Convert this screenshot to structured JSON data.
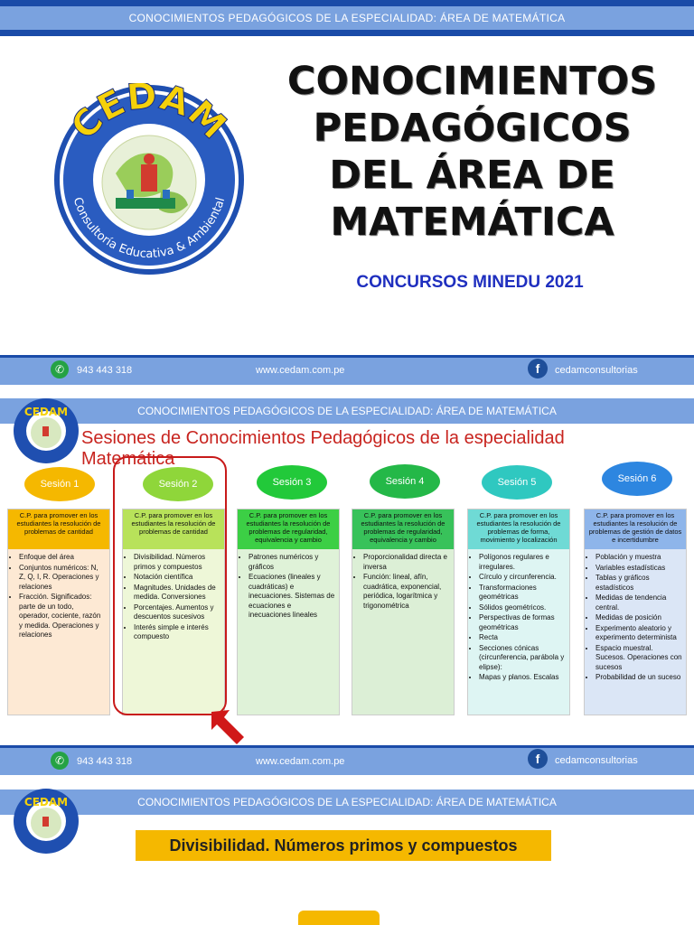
{
  "header_text": "CONOCIMIENTOS PEDAGÓGICOS DE LA ESPECIALIDAD: ÁREA DE MATEMÁTICA",
  "slide1": {
    "title_lines": [
      "CONOCIMIENTOS",
      "PEDAGÓGICOS",
      "DEL ÁREA DE",
      "MATEMÁTICA"
    ],
    "subtitle": "CONCURSOS MINEDU 2021",
    "logo": {
      "name": "CEDAM",
      "tagline": "Consultoría Educativa & Ambiental"
    }
  },
  "footer": {
    "phone": "943 443 318",
    "website": "www.cedam.com.pe",
    "facebook": "cedamconsultorias"
  },
  "slide2": {
    "title": "Sesiones de Conocimientos Pedagógicos de la especialidad Matemática",
    "sessions": [
      {
        "label": "Sesión 1",
        "color": "#f5b800",
        "header": "C.P. para promover en los estudiantes la resolución de problemas de cantidad",
        "items": [
          "Enfoque del área",
          "Conjuntos numéricos: N, Z, Q, I, R. Operaciones y relaciones",
          "Fracción. Significados: parte de un todo, operador, cociente, razón y medida. Operaciones y relaciones"
        ]
      },
      {
        "label": "Sesión 2",
        "color": "#8fd63a",
        "header": "C.P. para promover en los estudiantes la resolución de problemas de cantidad",
        "items": [
          "Divisibilidad. Números primos y compuestos",
          "Notación científica",
          "Magnitudes. Unidades de medida. Conversiones",
          "Porcentajes. Aumentos y descuentos sucesivos",
          "Interés simple e interés compuesto"
        ]
      },
      {
        "label": "Sesión 3",
        "color": "#22c93a",
        "header": "C.P. para promover en los estudiantes la resolución de problemas de regularidad, equivalencia y cambio",
        "items": [
          "Patrones numéricos y gráficos",
          "Ecuaciones (lineales y cuadráticas) e inecuaciones. Sistemas de ecuaciones e inecuaciones lineales"
        ]
      },
      {
        "label": "Sesión 4",
        "color": "#24b848",
        "header": "C.P. para promover en los estudiantes la resolución de problemas de regularidad, equivalencia y cambio",
        "items": [
          "Proporcionalidad directa e inversa",
          "Función: lineal, afín, cuadrática, exponencial, periódica, logarítmica y trigonométrica"
        ]
      },
      {
        "label": "Sesión 5",
        "color": "#2fc8c0",
        "header": "C.P. para promover en los estudiantes la resolución de problemas de forma, movimiento y localización",
        "items": [
          "Polígonos regulares e irregulares.",
          "Círculo y circunferencia.",
          "Transformaciones geométricas",
          "Sólidos geométricos.",
          "Perspectivas de formas geométricas",
          "Recta",
          "Secciones cónicas (circunferencia, parábola y elipse):",
          "Mapas y planos. Escalas"
        ]
      },
      {
        "label": "Sesión 6",
        "color": "#2d86e0",
        "header": "C.P. para promover en los estudiantes la resolución de problemas de gestión de datos e incertidumbre",
        "items": [
          "Población y muestra",
          "Variables estadísticas",
          "Tablas y gráficos estadísticos",
          "Medidas de tendencia central.",
          "Medidas de posición",
          "Experimento aleatorio y experimento determinista",
          "Espacio muestral. Sucesos. Operaciones con sucesos",
          "Probabilidad de un suceso"
        ]
      }
    ]
  },
  "slide3": {
    "banner": "Divisibilidad. Números primos y compuestos"
  }
}
